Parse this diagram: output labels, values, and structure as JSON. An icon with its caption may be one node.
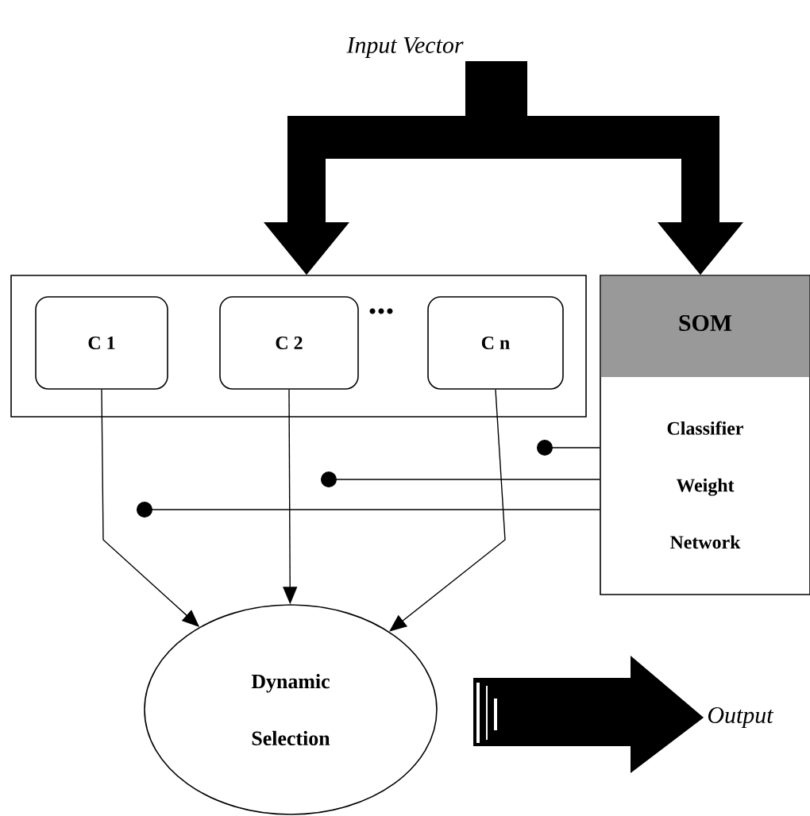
{
  "diagram": {
    "nodes": [
      {
        "text": [
          "Input Vector"
        ]
      },
      {
        "text": [],
        "shape": "box"
      },
      {
        "text": [
          "C 1"
        ],
        "in": 1
      },
      {
        "text": [
          "C 2"
        ],
        "in": 1
      },
      {
        "text": [
          "C n"
        ],
        "in": 1
      },
      {
        "text": [
          "SOM",
          "Classifier Weight Network"
        ]
      },
      {
        "text": [
          "Dynamic Selection"
        ]
      },
      {
        "text": [
          "Output"
        ]
      }
    ],
    "edges": [
      {
        "from": 0,
        "to": 1,
        "arrow": "to",
        "style": "thick"
      },
      {
        "from": 0,
        "to": 5,
        "arrow": "to",
        "style": "thick"
      },
      {
        "from": 2,
        "to": 6,
        "arrow": "to"
      },
      {
        "from": 3,
        "to": 6,
        "arrow": "to"
      },
      {
        "from": 4,
        "to": 6,
        "arrow": "to"
      },
      {
        "from": 5,
        "to": null,
        "arrow": "other"
      },
      {
        "from": 5,
        "to": null,
        "arrow": "other"
      },
      {
        "from": 5,
        "to": null,
        "arrow": "other"
      },
      {
        "from": 6,
        "to": 7,
        "arrow": "to",
        "style": "thick"
      }
    ],
    "labels": [
      "..."
    ]
  }
}
